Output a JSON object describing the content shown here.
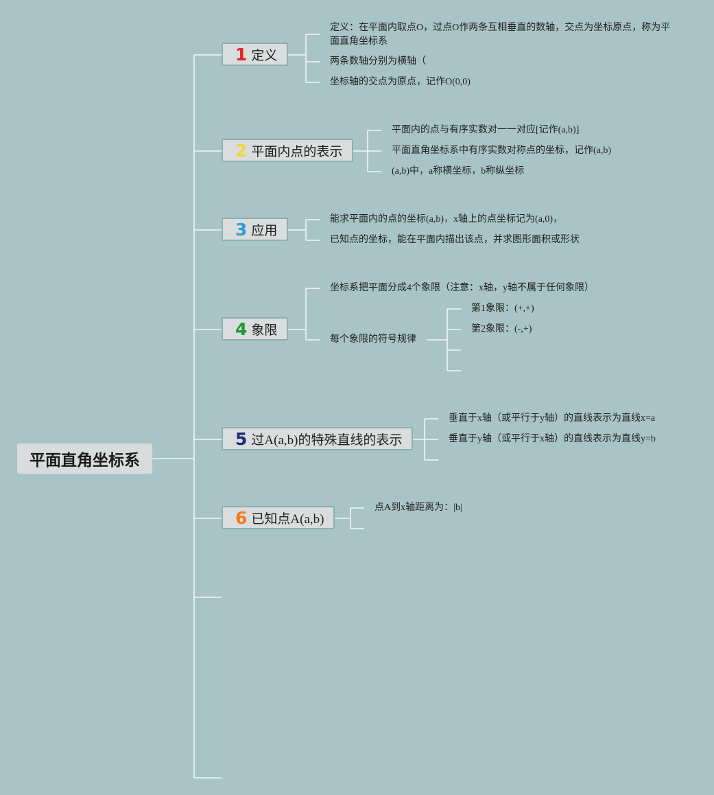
{
  "root": {
    "label": "平面直角坐标系"
  },
  "colors": {
    "background": "#a9c4c6",
    "line": "#f4f7f7",
    "node_fill": "#dadddd",
    "num1": "#e0232b",
    "num2": "#f2d33b",
    "num3": "#2f9ad8",
    "num4": "#1f9a32",
    "num5": "#1a2a78",
    "num6": "#f07a1a"
  },
  "branches": [
    {
      "num": "1",
      "label": "定义",
      "num_color": "#e0232b",
      "leaves": [
        "定义：在平面内取点O，过点O作两条互相垂直的数轴，交点为坐标原点，称为平面直角坐标系",
        "两条数轴分别为横轴（",
        "坐标轴的交点为原点，记作O(0,0)"
      ]
    },
    {
      "num": "2",
      "label": "平面内点的表示",
      "num_color": "#f2d33b",
      "leaves": [
        "平面内的点与有序实数对一一对应[记作(a,b)]",
        "平面直角坐标系中有序实数对称点的坐标，记作(a,b)",
        "(a,b)中，a称横坐标，b称纵坐标"
      ]
    },
    {
      "num": "3",
      "label": "应用",
      "num_color": "#2f9ad8",
      "leaves": [
        "能求平面内的点的坐标(a,b)，x轴上的点坐标记为(a,0)，",
        "已知点的坐标，能在平面内描出该点，并求图形面积或形状"
      ]
    },
    {
      "num": "4",
      "label": "象限",
      "num_color": "#1f9a32",
      "leaves": [
        "坐标系把平面分成4个象限（注意：x轴，y轴不属于任何象限）",
        "每个象限的符号规律"
      ],
      "subleaves": [
        "第1象限：(+,+)",
        "第2象限：(-,+)",
        "",
        ""
      ]
    },
    {
      "num": "5",
      "label": "过A(a,b)的特殊直线的表示",
      "num_color": "#1a2a78",
      "leaves": [
        "垂直于x轴（或平行于y轴）的直线表示为直线x=a",
        "垂直于y轴（或平行于x轴）的直线表示为直线y=b",
        ""
      ]
    },
    {
      "num": "6",
      "label": "已知点A(a,b)",
      "num_color": "#f07a1a",
      "leaves": [
        "点A到x轴距离为：|b|",
        ""
      ]
    }
  ]
}
